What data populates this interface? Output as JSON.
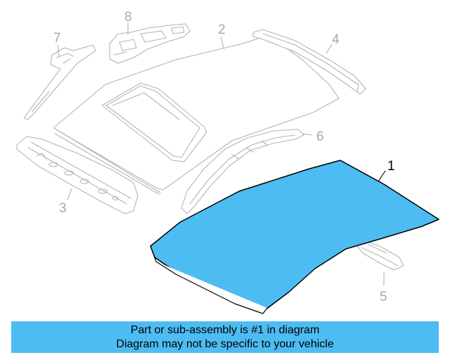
{
  "callouts": {
    "c1": "1",
    "c2": "2",
    "c3": "3",
    "c4": "4",
    "c5": "5",
    "c6": "6",
    "c7": "7",
    "c8": "8"
  },
  "colors": {
    "highlight_part": "#4dbcf2",
    "banner_bg": "#4dbcf2",
    "other_parts": "#b4b4b4"
  },
  "banner": {
    "line1": "Part or sub-assembly is #1 in diagram",
    "line2": "Diagram may not be specific to your vehicle"
  }
}
